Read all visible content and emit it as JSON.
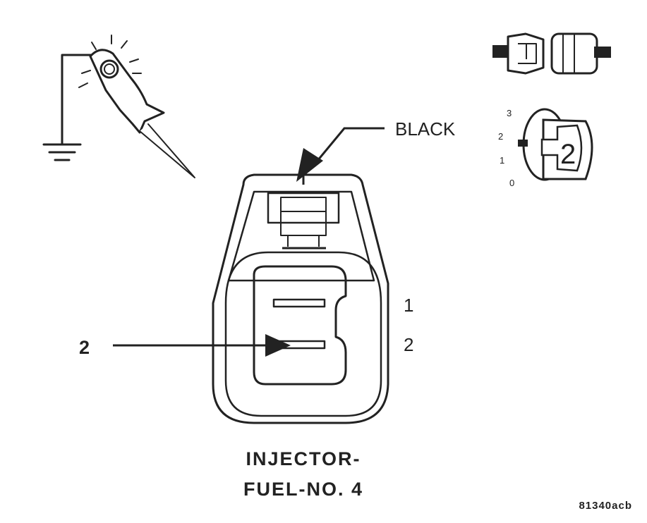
{
  "labels": {
    "wire_color": "BLACK",
    "pin_1": "1",
    "pin_2": "2",
    "callout_pin": "2",
    "title_line1": "INJECTOR-",
    "title_line2": "FUEL-NO. 4",
    "figure_code": "81340acb"
  },
  "meter": {
    "scale": [
      "3",
      "2",
      "1",
      "0"
    ],
    "setting": "2"
  }
}
